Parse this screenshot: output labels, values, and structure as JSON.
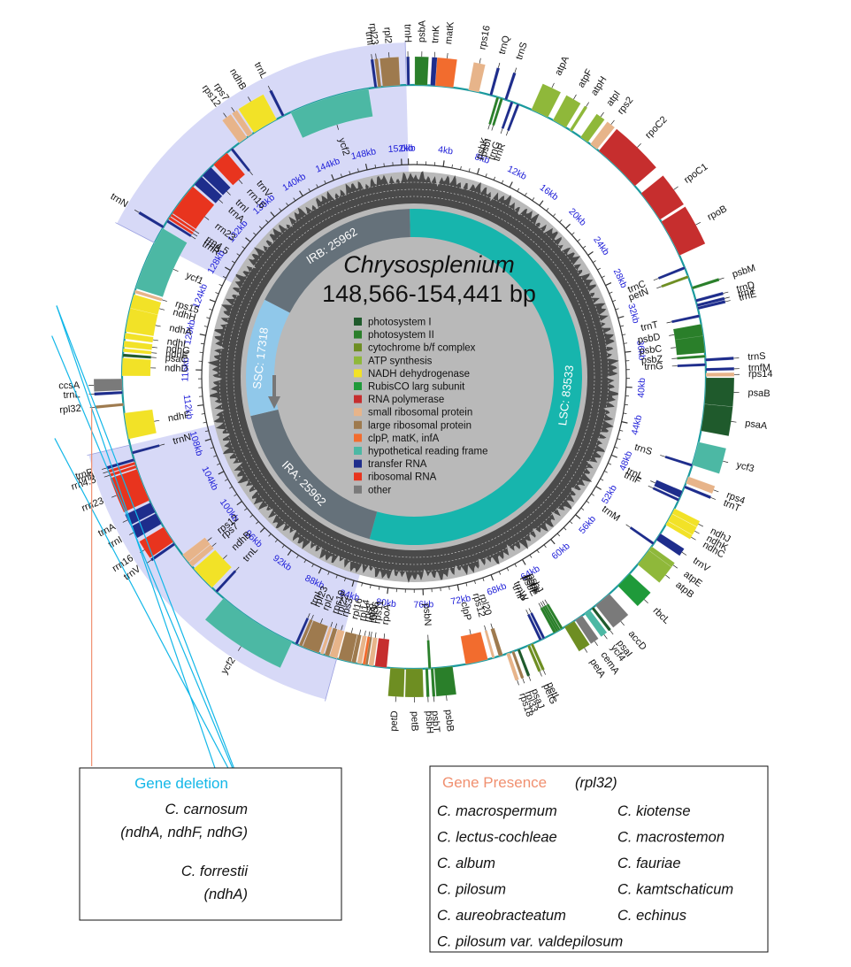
{
  "title": {
    "genus": "Chrysosplenium",
    "size": "148,566-154,441 bp"
  },
  "regions": [
    {
      "name": "LSC",
      "label": "LSC: 83533",
      "start": 0,
      "end": 83533
    },
    {
      "name": "IRA",
      "label": "IRA: 25962",
      "start": 83533,
      "end": 109495
    },
    {
      "name": "SSC",
      "label": "SSC: 17318",
      "start": 109495,
      "end": 126813
    },
    {
      "name": "IRB",
      "label": "IRB: 25962",
      "start": 126813,
      "end": 152775
    }
  ],
  "total_length": 152775,
  "kb_labels": [
    "0kb",
    "4kb",
    "8kb",
    "12kb",
    "16kb",
    "20kb",
    "24kb",
    "28kb",
    "32kb",
    "36kb",
    "40kb",
    "44kb",
    "48kb",
    "52kb",
    "56kb",
    "60kb",
    "64kb",
    "68kb",
    "72kb",
    "76kb",
    "80kb",
    "84kb",
    "88kb",
    "92kb",
    "96kb",
    "100kb",
    "104kb",
    "108kb",
    "112kb",
    "116kb",
    "120kb",
    "124kb",
    "128kb",
    "132kb",
    "136kb",
    "140kb",
    "144kb",
    "148kb",
    "152kb"
  ],
  "legend": [
    {
      "label": "photosystem I",
      "color": "#1f5a2c"
    },
    {
      "label": "photosystem II",
      "color": "#2a7f2a"
    },
    {
      "label": "cytochrome b/f complex",
      "color": "#6e8e22"
    },
    {
      "label": "ATP synthesis",
      "color": "#8fb83a"
    },
    {
      "label": "NADH dehydrogenase",
      "color": "#f2e227"
    },
    {
      "label": "RubisCO larg subunit",
      "color": "#1f9a3a"
    },
    {
      "label": "RNA polymerase",
      "color": "#c62e2e"
    },
    {
      "label": "small ribosomal protein",
      "color": "#e7b48a"
    },
    {
      "label": "large ribosomal protein",
      "color": "#9e7a4e"
    },
    {
      "label": "clpP, matK, infA",
      "color": "#f26c2e"
    },
    {
      "label": "hypothetical reading frame",
      "color": "#4cb8a4"
    },
    {
      "label": "transfer RNA",
      "color": "#1e2d8c"
    },
    {
      "label": "ribosomal RNA",
      "color": "#e8341e"
    },
    {
      "label": "other",
      "color": "#7a7a7a"
    }
  ],
  "genes": [
    {
      "name": "psbA",
      "pos": 700,
      "len": 1050,
      "strand": "out",
      "cat": 1
    },
    {
      "name": "trnH",
      "pos": 60,
      "len": 70,
      "strand": "out",
      "cat": 11
    },
    {
      "name": "matK",
      "pos": 2400,
      "len": 1520,
      "strand": "out",
      "cat": 9
    },
    {
      "name": "trnK",
      "pos": 2000,
      "len": 400,
      "strand": "out",
      "cat": 11
    },
    {
      "name": "rps16",
      "pos": 5200,
      "len": 900,
      "strand": "out",
      "cat": 7
    },
    {
      "name": "trnQ",
      "pos": 7000,
      "len": 72,
      "strand": "out",
      "cat": 11
    },
    {
      "name": "trnS",
      "pos": 8300,
      "len": 88,
      "strand": "out",
      "cat": 11
    },
    {
      "name": "psbK",
      "pos": 7600,
      "len": 180,
      "strand": "in",
      "cat": 1
    },
    {
      "name": "psbI",
      "pos": 7950,
      "len": 110,
      "strand": "in",
      "cat": 1
    },
    {
      "name": "trnG",
      "pos": 8850,
      "len": 120,
      "strand": "in",
      "cat": 11
    },
    {
      "name": "trnR",
      "pos": 9400,
      "len": 74,
      "strand": "in",
      "cat": 11
    },
    {
      "name": "atpA",
      "pos": 10700,
      "len": 1520,
      "strand": "out",
      "cat": 3
    },
    {
      "name": "atpF",
      "pos": 12700,
      "len": 1250,
      "strand": "out",
      "cat": 3
    },
    {
      "name": "atpH",
      "pos": 14300,
      "len": 250,
      "strand": "out",
      "cat": 3
    },
    {
      "name": "atpI",
      "pos": 15400,
      "len": 740,
      "strand": "out",
      "cat": 3
    },
    {
      "name": "rps2",
      "pos": 16400,
      "len": 710,
      "strand": "out",
      "cat": 7
    },
    {
      "name": "rpoC2",
      "pos": 17300,
      "len": 4200,
      "strand": "out",
      "cat": 6
    },
    {
      "name": "rpoC1",
      "pos": 22300,
      "len": 2700,
      "strand": "out",
      "cat": 6
    },
    {
      "name": "rpoB",
      "pos": 25200,
      "len": 3200,
      "strand": "out",
      "cat": 6
    },
    {
      "name": "trnC",
      "pos": 29400,
      "len": 81,
      "strand": "in",
      "cat": 11
    },
    {
      "name": "petN",
      "pos": 30200,
      "len": 90,
      "strand": "in",
      "cat": 2
    },
    {
      "name": "psbM",
      "pos": 31200,
      "len": 105,
      "strand": "out",
      "cat": 1
    },
    {
      "name": "trnD",
      "pos": 32300,
      "len": 74,
      "strand": "out",
      "cat": 11
    },
    {
      "name": "trnY",
      "pos": 32700,
      "len": 84,
      "strand": "out",
      "cat": 11
    },
    {
      "name": "trnE",
      "pos": 32950,
      "len": 73,
      "strand": "out",
      "cat": 11
    },
    {
      "name": "trnT",
      "pos": 33600,
      "len": 72,
      "strand": "in",
      "cat": 11
    },
    {
      "name": "psbD",
      "pos": 34400,
      "len": 1060,
      "strand": "in",
      "cat": 1
    },
    {
      "name": "psbC",
      "pos": 35400,
      "len": 1420,
      "strand": "in",
      "cat": 1
    },
    {
      "name": "trnS",
      "pos": 37300,
      "len": 90,
      "strand": "out",
      "cat": 11
    },
    {
      "name": "psbZ",
      "pos": 37000,
      "len": 190,
      "strand": "in",
      "cat": 1
    },
    {
      "name": "trnG",
      "pos": 37700,
      "len": 71,
      "strand": "in",
      "cat": 11
    },
    {
      "name": "trnfM",
      "pos": 38100,
      "len": 74,
      "strand": "out",
      "cat": 11
    },
    {
      "name": "rps14",
      "pos": 38500,
      "len": 300,
      "strand": "out",
      "cat": 7
    },
    {
      "name": "psaB",
      "pos": 38900,
      "len": 2200,
      "strand": "out",
      "cat": 0
    },
    {
      "name": "psaA",
      "pos": 41100,
      "len": 2250,
      "strand": "out",
      "cat": 0
    },
    {
      "name": "ycf3",
      "pos": 44300,
      "len": 2000,
      "strand": "out",
      "cat": 10
    },
    {
      "name": "trnS",
      "pos": 46200,
      "len": 87,
      "strand": "in",
      "cat": 11
    },
    {
      "name": "rps4",
      "pos": 47300,
      "len": 610,
      "strand": "out",
      "cat": 7
    },
    {
      "name": "trnT",
      "pos": 48100,
      "len": 73,
      "strand": "out",
      "cat": 11
    },
    {
      "name": "trnL",
      "pos": 48600,
      "len": 600,
      "strand": "in",
      "cat": 11
    },
    {
      "name": "trnF",
      "pos": 49300,
      "len": 73,
      "strand": "in",
      "cat": 11
    },
    {
      "name": "ndhJ",
      "pos": 50200,
      "len": 480,
      "strand": "out",
      "cat": 4
    },
    {
      "name": "ndhK",
      "pos": 50700,
      "len": 680,
      "strand": "out",
      "cat": 4
    },
    {
      "name": "ndhC",
      "pos": 51400,
      "len": 360,
      "strand": "out",
      "cat": 4
    },
    {
      "name": "trnV",
      "pos": 52600,
      "len": 640,
      "strand": "out",
      "cat": 11
    },
    {
      "name": "trnM",
      "pos": 53500,
      "len": 74,
      "strand": "in",
      "cat": 11
    },
    {
      "name": "atpE",
      "pos": 53900,
      "len": 400,
      "strand": "out",
      "cat": 3
    },
    {
      "name": "atpB",
      "pos": 54300,
      "len": 1500,
      "strand": "out",
      "cat": 3
    },
    {
      "name": "rbcL",
      "pos": 56800,
      "len": 1430,
      "strand": "out",
      "cat": 5
    },
    {
      "name": "accD",
      "pos": 59200,
      "len": 1500,
      "strand": "out",
      "cat": 13
    },
    {
      "name": "psaI",
      "pos": 60900,
      "len": 110,
      "strand": "out",
      "cat": 0
    },
    {
      "name": "ycf4",
      "pos": 61300,
      "len": 550,
      "strand": "out",
      "cat": 10
    },
    {
      "name": "cemA",
      "pos": 62100,
      "len": 690,
      "strand": "out",
      "cat": 13
    },
    {
      "name": "petA",
      "pos": 62900,
      "len": 960,
      "strand": "out",
      "cat": 2
    },
    {
      "name": "psbJ",
      "pos": 64000,
      "len": 120,
      "strand": "in",
      "cat": 1
    },
    {
      "name": "psbL",
      "pos": 64250,
      "len": 115,
      "strand": "in",
      "cat": 1
    },
    {
      "name": "psbF",
      "pos": 64450,
      "len": 120,
      "strand": "in",
      "cat": 1
    },
    {
      "name": "psbE",
      "pos": 64650,
      "len": 250,
      "strand": "in",
      "cat": 1
    },
    {
      "name": "trnW",
      "pos": 65700,
      "len": 74,
      "strand": "in",
      "cat": 11
    },
    {
      "name": "trnP",
      "pos": 66000,
      "len": 74,
      "strand": "in",
      "cat": 11
    },
    {
      "name": "petL",
      "pos": 66800,
      "len": 96,
      "strand": "out",
      "cat": 2
    },
    {
      "name": "petG",
      "pos": 67100,
      "len": 114,
      "strand": "out",
      "cat": 2
    },
    {
      "name": "psaJ",
      "pos": 68000,
      "len": 130,
      "strand": "out",
      "cat": 0
    },
    {
      "name": "rpl33",
      "pos": 68500,
      "len": 200,
      "strand": "out",
      "cat": 8
    },
    {
      "name": "rps18",
      "pos": 68900,
      "len": 300,
      "strand": "out",
      "cat": 7
    },
    {
      "name": "rpl20",
      "pos": 69500,
      "len": 360,
      "strand": "in",
      "cat": 8
    },
    {
      "name": "rps12",
      "pos": 70200,
      "len": 120,
      "strand": "in",
      "cat": 7
    },
    {
      "name": "clpP",
      "pos": 70800,
      "len": 1900,
      "strand": "in",
      "cat": 9
    },
    {
      "name": "psbB",
      "pos": 73800,
      "len": 1530,
      "strand": "out",
      "cat": 1
    },
    {
      "name": "psbT",
      "pos": 75400,
      "len": 105,
      "strand": "out",
      "cat": 1
    },
    {
      "name": "psbN",
      "pos": 75600,
      "len": 130,
      "strand": "in",
      "cat": 1
    },
    {
      "name": "psbH",
      "pos": 75850,
      "len": 220,
      "strand": "out",
      "cat": 1
    },
    {
      "name": "petB",
      "pos": 76300,
      "len": 1400,
      "strand": "out",
      "cat": 2
    },
    {
      "name": "petD",
      "pos": 77800,
      "len": 1200,
      "strand": "out",
      "cat": 2
    },
    {
      "name": "rpoA",
      "pos": 79300,
      "len": 1000,
      "strand": "in",
      "cat": 6
    },
    {
      "name": "rps11",
      "pos": 80400,
      "len": 420,
      "strand": "in",
      "cat": 7
    },
    {
      "name": "rpl36",
      "pos": 80900,
      "len": 114,
      "strand": "in",
      "cat": 8
    },
    {
      "name": "infA",
      "pos": 81100,
      "len": 230,
      "strand": "in",
      "cat": 9
    },
    {
      "name": "rps8",
      "pos": 81400,
      "len": 400,
      "strand": "in",
      "cat": 7
    },
    {
      "name": "rpl14",
      "pos": 81900,
      "len": 370,
      "strand": "in",
      "cat": 8
    },
    {
      "name": "rpl16",
      "pos": 82300,
      "len": 1100,
      "strand": "in",
      "cat": 8
    },
    {
      "name": "rps3",
      "pos": 83500,
      "len": 660,
      "strand": "in",
      "cat": 7
    },
    {
      "name": "rpl22",
      "pos": 84200,
      "len": 400,
      "strand": "in",
      "cat": 8
    },
    {
      "name": "rps19",
      "pos": 84700,
      "len": 280,
      "strand": "in",
      "cat": 7
    },
    {
      "name": "rpl2",
      "pos": 85100,
      "len": 1450,
      "strand": "in",
      "cat": 8
    },
    {
      "name": "rpl23",
      "pos": 86600,
      "len": 280,
      "strand": "in",
      "cat": 8
    },
    {
      "name": "trnI",
      "pos": 87000,
      "len": 74,
      "strand": "in",
      "cat": 11
    },
    {
      "name": "ycf2",
      "pos": 87500,
      "len": 6800,
      "strand": "out",
      "cat": 10
    },
    {
      "name": "trnL",
      "pos": 95000,
      "len": 81,
      "strand": "in",
      "cat": 11
    },
    {
      "name": "ndhB",
      "pos": 95600,
      "len": 2200,
      "strand": "in",
      "cat": 4
    },
    {
      "name": "rps7",
      "pos": 98000,
      "len": 470,
      "strand": "in",
      "cat": 7
    },
    {
      "name": "rps12",
      "pos": 98500,
      "len": 800,
      "strand": "in",
      "cat": 7
    },
    {
      "name": "trnV",
      "pos": 100300,
      "len": 72,
      "strand": "out",
      "cat": 11
    },
    {
      "name": "rrn16",
      "pos": 100600,
      "len": 1490,
      "strand": "out",
      "cat": 12
    },
    {
      "name": "trnI",
      "pos": 102400,
      "len": 1000,
      "strand": "out",
      "cat": 11
    },
    {
      "name": "trnA",
      "pos": 103500,
      "len": 900,
      "strand": "out",
      "cat": 11
    },
    {
      "name": "rrn23",
      "pos": 104600,
      "len": 2800,
      "strand": "out",
      "cat": 12
    },
    {
      "name": "rrn4.5",
      "pos": 107500,
      "len": 103,
      "strand": "out",
      "cat": 12
    },
    {
      "name": "rrn5",
      "pos": 107800,
      "len": 121,
      "strand": "out",
      "cat": 12
    },
    {
      "name": "trnR",
      "pos": 108100,
      "len": 74,
      "strand": "out",
      "cat": 11
    },
    {
      "name": "trnN",
      "pos": 108700,
      "len": 72,
      "strand": "in",
      "cat": 11
    },
    {
      "name": "ndhF",
      "pos": 110000,
      "len": 2200,
      "strand": "in",
      "cat": 4
    },
    {
      "name": "rpl32",
      "pos": 112800,
      "len": 170,
      "strand": "out",
      "cat": 8
    },
    {
      "name": "trnL",
      "pos": 113800,
      "len": 80,
      "strand": "out",
      "cat": 11
    },
    {
      "name": "ccsA",
      "pos": 114100,
      "len": 960,
      "strand": "out",
      "cat": 13
    },
    {
      "name": "ndhD",
      "pos": 115300,
      "len": 1500,
      "strand": "in",
      "cat": 4
    },
    {
      "name": "psaC",
      "pos": 116900,
      "len": 250,
      "strand": "in",
      "cat": 0
    },
    {
      "name": "ndhE",
      "pos": 117300,
      "len": 300,
      "strand": "in",
      "cat": 4
    },
    {
      "name": "ndhG",
      "pos": 117700,
      "len": 530,
      "strand": "in",
      "cat": 4
    },
    {
      "name": "ndhI",
      "pos": 118400,
      "len": 500,
      "strand": "in",
      "cat": 4
    },
    {
      "name": "ndhA",
      "pos": 119000,
      "len": 2000,
      "strand": "in",
      "cat": 4
    },
    {
      "name": "ndhH",
      "pos": 121000,
      "len": 1180,
      "strand": "in",
      "cat": 4
    },
    {
      "name": "rps15",
      "pos": 122300,
      "len": 270,
      "strand": "in",
      "cat": 7
    },
    {
      "name": "ycf1",
      "pos": 122700,
      "len": 5500,
      "strand": "in",
      "cat": 10
    },
    {
      "name": "trnN",
      "pos": 128200,
      "len": 72,
      "strand": "out",
      "cat": 11
    },
    {
      "name": "trnR",
      "pos": 128800,
      "len": 74,
      "strand": "in",
      "cat": 11
    },
    {
      "name": "rrn5",
      "pos": 129100,
      "len": 121,
      "strand": "in",
      "cat": 12
    },
    {
      "name": "rrn4.5",
      "pos": 129400,
      "len": 103,
      "strand": "in",
      "cat": 12
    },
    {
      "name": "rrn23",
      "pos": 129700,
      "len": 2800,
      "strand": "in",
      "cat": 12
    },
    {
      "name": "trnA",
      "pos": 132700,
      "len": 900,
      "strand": "in",
      "cat": 11
    },
    {
      "name": "trnI",
      "pos": 133700,
      "len": 1000,
      "strand": "in",
      "cat": 11
    },
    {
      "name": "rrn16",
      "pos": 135000,
      "len": 1490,
      "strand": "in",
      "cat": 12
    },
    {
      "name": "trnV",
      "pos": 136900,
      "len": 72,
      "strand": "in",
      "cat": 11
    },
    {
      "name": "rps12",
      "pos": 137800,
      "len": 800,
      "strand": "out",
      "cat": 7
    },
    {
      "name": "rps7",
      "pos": 138700,
      "len": 470,
      "strand": "out",
      "cat": 7
    },
    {
      "name": "ndhB",
      "pos": 139300,
      "len": 2200,
      "strand": "out",
      "cat": 4
    },
    {
      "name": "trnL",
      "pos": 142000,
      "len": 81,
      "strand": "out",
      "cat": 11
    },
    {
      "name": "ycf2",
      "pos": 142800,
      "len": 6800,
      "strand": "in",
      "cat": 10
    },
    {
      "name": "trnI",
      "pos": 150100,
      "len": 74,
      "strand": "out",
      "cat": 11
    },
    {
      "name": "rpl23",
      "pos": 150400,
      "len": 280,
      "strand": "out",
      "cat": 8
    },
    {
      "name": "rpl2",
      "pos": 150800,
      "len": 1450,
      "strand": "out",
      "cat": 8
    }
  ],
  "deletion_box": {
    "title": "Gene deletion",
    "entries": [
      {
        "species": "C. carnosum",
        "genes": "(ndhA, ndhF, ndhG)",
        "targets": [
          "ndhA",
          "ndhF",
          "ndhG"
        ]
      },
      {
        "species": "C. forrestii",
        "genes": "(ndhA)",
        "targets": [
          "ndhA"
        ]
      }
    ]
  },
  "presence_box": {
    "title": "Gene Presence",
    "gene": "(rpl32)",
    "target": "rpl32",
    "species_left": [
      "C. macrospermum",
      "C. lectus-cochleae",
      "C. album",
      "C. pilosum",
      "C. aureobracteatum",
      "C. pilosum var. valdepilosum"
    ],
    "species_right": [
      "C. kiotense",
      "C. macrostemon",
      "C. fauriae",
      "C. kamtschaticum",
      "C. echinus"
    ]
  },
  "colors": {
    "lsc": "#17b5ad",
    "ssc": "#90c8ea",
    "ir": "#65717a",
    "ir_shade": "#d7d9f7",
    "backbone": "#1a9a9e",
    "gc_dark": "#4a4a4a",
    "gc_light": "#b9b9b9",
    "kb": "#2020d8",
    "deletion": "#13b7e8",
    "presence": "#f09070"
  }
}
